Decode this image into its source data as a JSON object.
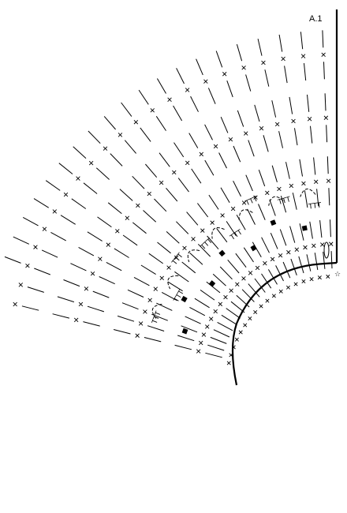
{
  "diagram": {
    "label": "A.1",
    "symbols": {
      "chain": "chain-stitch-dash",
      "double_crochet": "x-cross",
      "treble": "tall-line",
      "picot_group": "T-symbol",
      "start": "star-symbol",
      "bead": "filled-square",
      "ring": "oval-ring"
    },
    "colors": {
      "ink": "#000000",
      "paper": "#ffffff"
    }
  }
}
